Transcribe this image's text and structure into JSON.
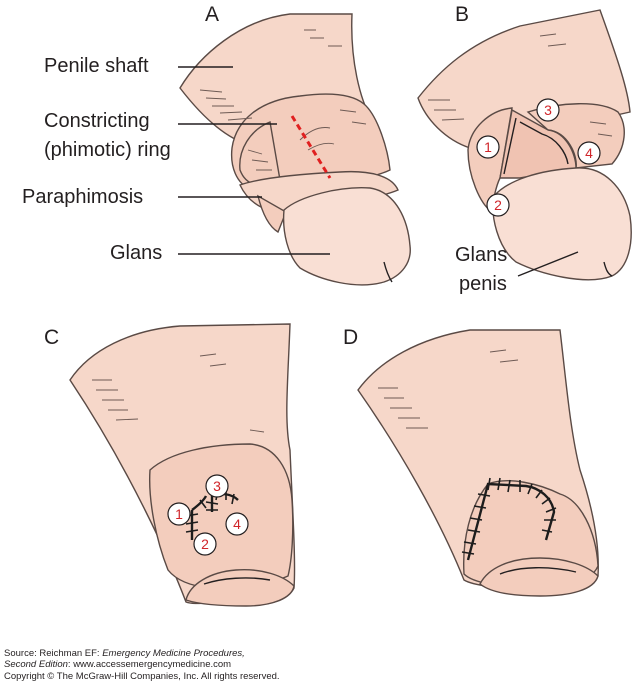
{
  "panels": {
    "a": "A",
    "b": "B",
    "c": "C",
    "d": "D"
  },
  "panel_a_labels": {
    "penile_shaft": "Penile shaft",
    "constricting_line1": "Constricting",
    "constricting_line2": "(phimotic) ring",
    "paraphimosis": "Paraphimosis",
    "glans": "Glans"
  },
  "panel_b_labels": {
    "glans_line1": "Glans",
    "glans_line2": "penis"
  },
  "markers": [
    "1",
    "2",
    "3",
    "4"
  ],
  "source": {
    "prefix": "Source: Reichman EF: ",
    "book": "Emergency Medicine Procedures,",
    "edition": "Second Edition",
    "url": ": www.accessemergencymedicine.com",
    "copyright": "Copyright © The McGraw-Hill Companies, Inc. All rights reserved."
  },
  "colors": {
    "skin": "#f6d7c9",
    "incision": "#e02020",
    "marker_text": "#d0252a"
  }
}
